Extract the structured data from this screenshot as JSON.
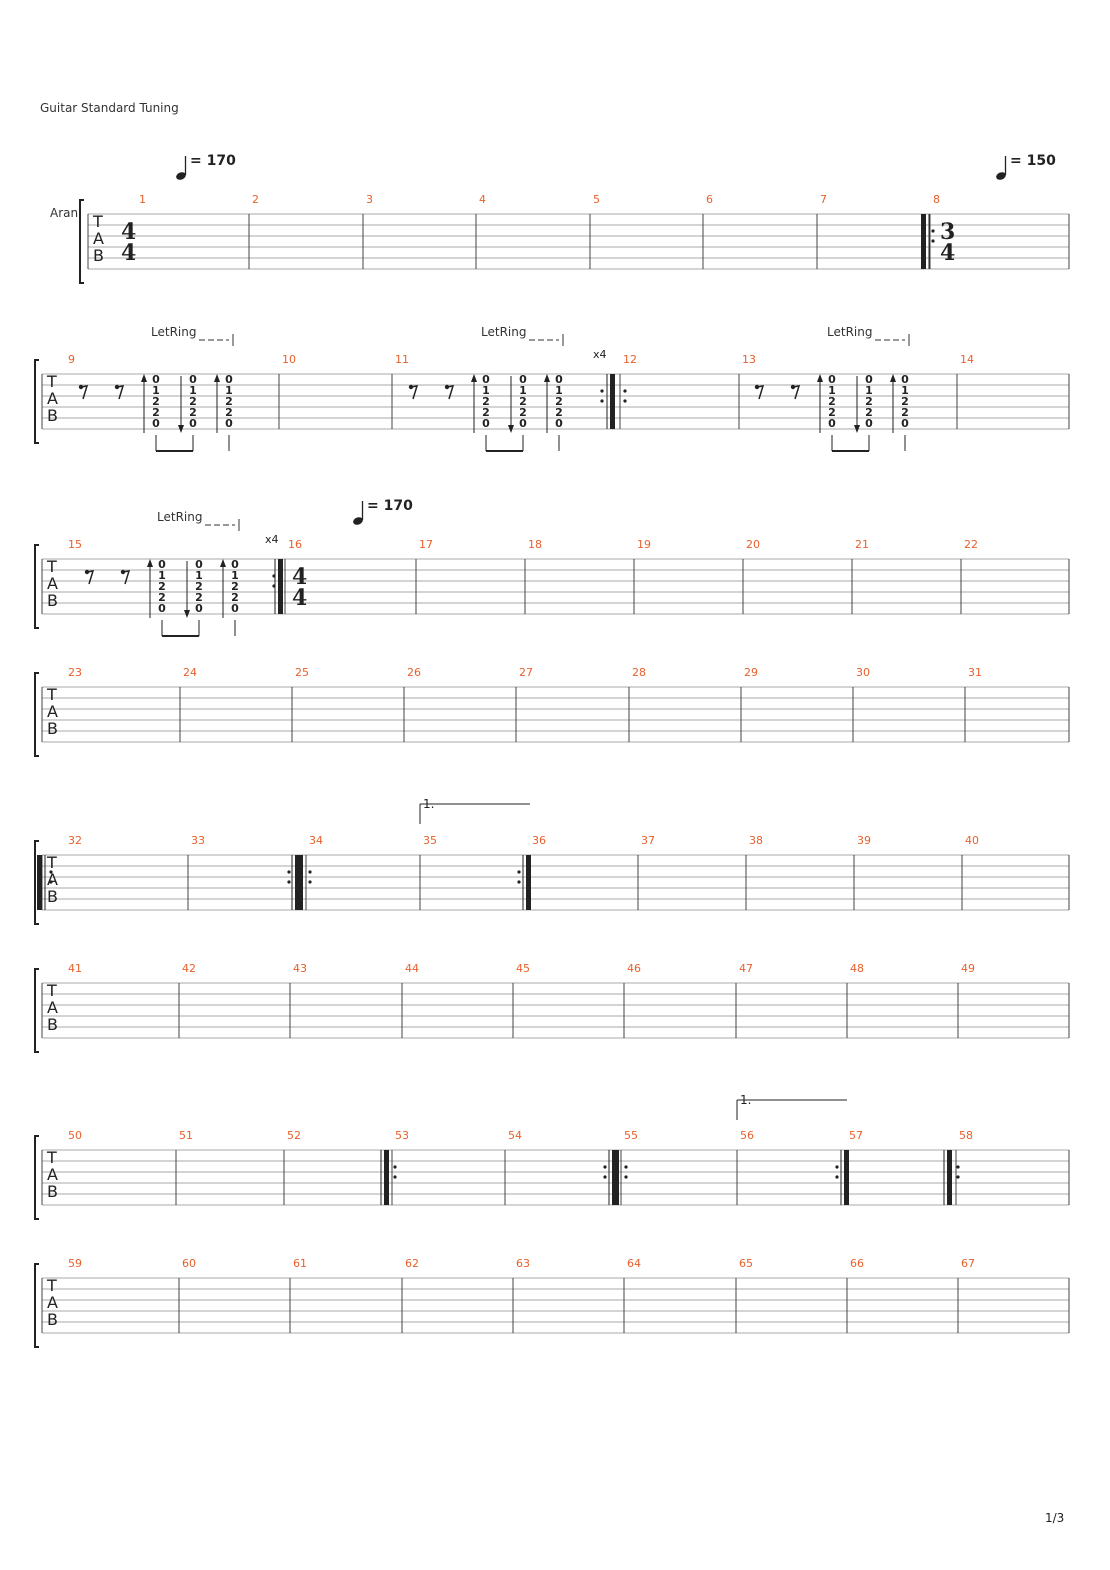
{
  "header": {
    "tuning": "Guitar Standard Tuning"
  },
  "track": {
    "name": "Aran",
    "tab_letters": [
      "T",
      "A",
      "B"
    ]
  },
  "tempos": [
    {
      "measure": 1,
      "bpm_text": "= 170"
    },
    {
      "measure": 8,
      "bpm_text": "= 150"
    },
    {
      "measure": 16,
      "bpm_text": "= 170"
    }
  ],
  "time_signatures": [
    {
      "measure": 1,
      "num": "4",
      "den": "4"
    },
    {
      "measure": 8,
      "num": "3",
      "den": "4"
    },
    {
      "measure": 16,
      "num": "4",
      "den": "4"
    }
  ],
  "let_ring_label": "LetRing",
  "repeat_counts": [
    {
      "measure": 11,
      "text": "x4"
    },
    {
      "measure": 15,
      "text": "x4"
    }
  ],
  "endings": [
    {
      "measure": 35,
      "text": "1."
    },
    {
      "measure": 56,
      "text": "1."
    }
  ],
  "chord_frets": [
    "0",
    "1",
    "2",
    "2",
    "0"
  ],
  "systems": [
    {
      "first_measure": 1,
      "measure_count": 8
    },
    {
      "first_measure": 9,
      "measure_count": 6
    },
    {
      "first_measure": 15,
      "measure_count": 8
    },
    {
      "first_measure": 23,
      "measure_count": 9
    },
    {
      "first_measure": 32,
      "measure_count": 9
    },
    {
      "first_measure": 41,
      "measure_count": 9
    },
    {
      "first_measure": 50,
      "measure_count": 9
    },
    {
      "first_measure": 59,
      "measure_count": 9
    }
  ],
  "footer": {
    "page": "1/3"
  }
}
